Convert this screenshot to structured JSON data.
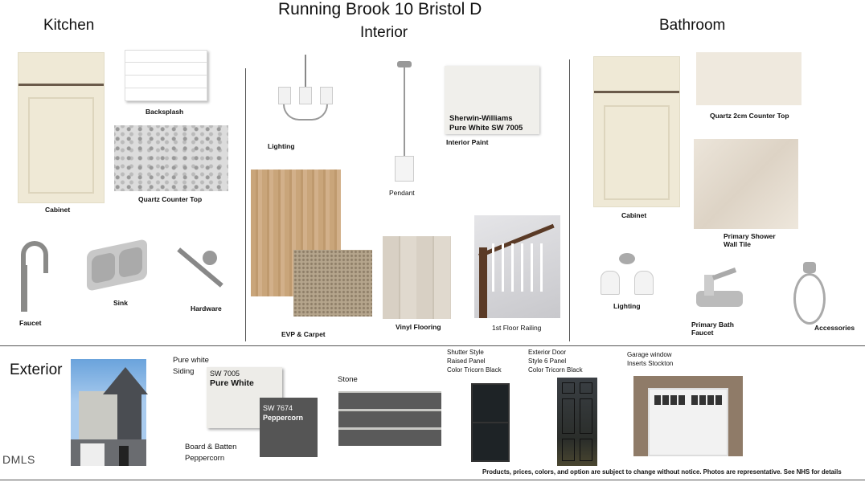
{
  "title": "Running Brook 10 Bristol D",
  "sections": {
    "kitchen": "Kitchen",
    "interior": "Interior",
    "bathroom": "Bathroom",
    "exterior": "Exterior"
  },
  "kitchen": {
    "cabinet": "Cabinet",
    "backsplash": "Backsplash",
    "quartz": "Quartz Counter Top",
    "faucet": "Faucet",
    "sink": "Sink",
    "hardware": "Hardware"
  },
  "interior": {
    "lighting": "Lighting",
    "pendant": "Pendant",
    "paint_swatch_line1": "Sherwin-Williams",
    "paint_swatch_line2": "Pure White SW 7005",
    "paint": "Interior Paint",
    "evp": "EVP & Carpet",
    "vinyl": "Vinyl Flooring",
    "railing": "1st Floor Railing"
  },
  "bathroom": {
    "cabinet": "Cabinet",
    "quartz": "Quartz 2cm Counter Top",
    "shower_line1": "Primary Shower",
    "shower_line2": "Wall Tile",
    "lighting": "Lighting",
    "faucet_line1": "Primary Bath",
    "faucet_line2": "Faucet",
    "accessories": "Accessories"
  },
  "exterior": {
    "siding_line1": "Pure white",
    "siding_line2": "Siding",
    "swatch1_code": "SW 7005",
    "swatch1_name": "Pure White",
    "swatch2_code": "SW 7674",
    "swatch2_name": "Peppercorn",
    "batten_line1": "Board & Batten",
    "batten_line2": "Peppercorn",
    "stone": "Stone",
    "shutter_line1": "Shutter Style",
    "shutter_line2": "Raised Panel",
    "shutter_line3": "Color Tricorn Black",
    "door_line1": "Exterior Door",
    "door_line2": "Style 6 Panel",
    "door_line3": "Color Tricorn Black",
    "garage_line1": "Garage window",
    "garage_line2": "Inserts Stockton"
  },
  "disclaimer": "Products, prices, colors, and option are subject to change without notice. Photos are representative. See NHS for details",
  "watermark": "DMLS",
  "colors": {
    "cabinet": "#efe9d6",
    "peppercorn": "#555555",
    "pure_white": "#edece8",
    "tricorn_black": "#1e2326"
  }
}
